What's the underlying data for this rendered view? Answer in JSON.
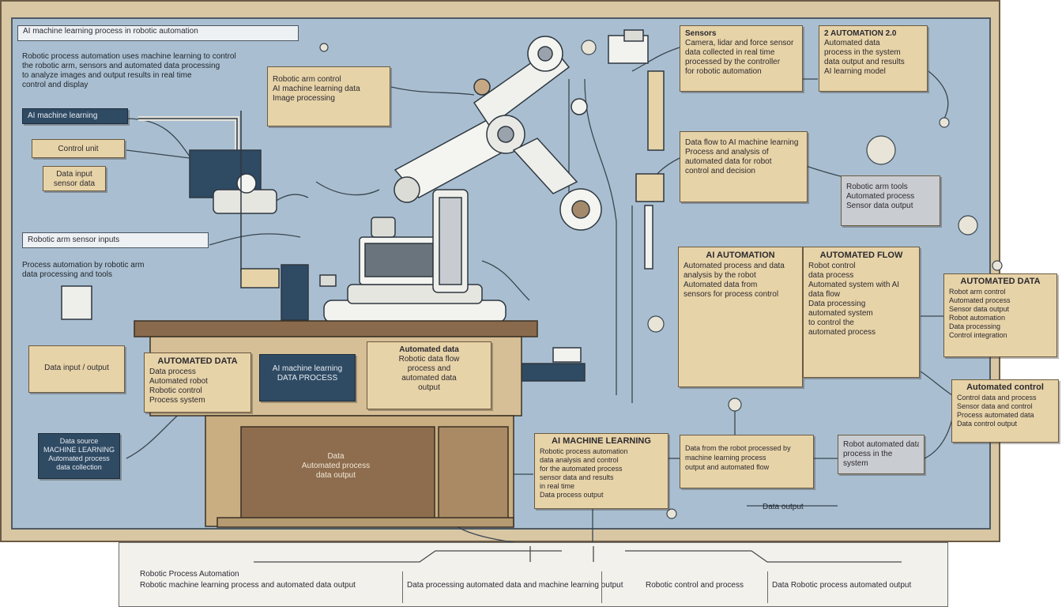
{
  "header_bar": "AI machine learning process in robotic automation",
  "intro_lines": [
    "Robotic process automation uses machine learning to control",
    "the robotic arm, sensors and automated data processing",
    "to analyze images and output results in real time",
    "control and display"
  ],
  "left_dark_tag": "AI machine learning",
  "left_tag_2": "Control unit",
  "left_tag_3_lines": [
    "Data input",
    "sensor data"
  ],
  "left_input_bar": "Robotic arm sensor inputs",
  "left_mid_lines": [
    "Process automation by robotic arm",
    "data processing and tools"
  ],
  "left_box_low": "Data input / output",
  "left_dark_bottom_lines": [
    "Data source",
    "MACHINE LEARNING",
    "Automated process",
    "data collection"
  ],
  "callout_top": [
    "Robotic arm control",
    "AI machine learning data",
    "Image processing"
  ],
  "top_right_a": {
    "title": "Sensors",
    "lines": [
      "Camera, lidar and force sensor",
      "data collected in real time",
      "processed by the controller",
      "for robotic automation"
    ]
  },
  "top_right_b": {
    "title": "2 AUTOMATION 2.0",
    "lines": [
      "Automated data",
      "process in the system",
      "data output and results",
      "AI learning model"
    ]
  },
  "mid_right_a": [
    "Data flow to AI machine learning",
    "Process and analysis of",
    "automated data for robot",
    "control and decision"
  ],
  "mid_right_grey": [
    "Robotic arm tools",
    "Automated process",
    "Sensor data output"
  ],
  "auto_panel_a": {
    "title": "AI AUTOMATION",
    "lines": [
      "Automated process and data",
      "analysis by the robot",
      "",
      "Automated data from",
      "sensors for process control"
    ]
  },
  "auto_panel_b": {
    "title": "AUTOMATED FLOW",
    "lines": [
      "Robot control",
      "data process",
      "",
      "Automated system with AI",
      "data flow",
      "",
      "Data processing",
      "automated system",
      "to control the",
      "automated process"
    ]
  },
  "right_box_1": {
    "title": "AUTOMATED DATA",
    "lines": [
      "Robot arm control",
      "Automated process",
      "Sensor data output",
      "Robot automation",
      "Data processing",
      "Control integration"
    ]
  },
  "right_box_2": {
    "title": "Automated control",
    "lines": [
      "Control data and process",
      "Sensor data and control",
      "Process automated data",
      "Data control output"
    ]
  },
  "desk_box_1": {
    "title": "AUTOMATED DATA",
    "lines": [
      "Data process",
      "Automated robot",
      "Robotic control",
      "Process system"
    ]
  },
  "desk_dark": [
    "AI machine learning",
    "DATA PROCESS"
  ],
  "desk_box_2": {
    "title": "Automated data",
    "lines": [
      "Robotic data flow",
      "process and",
      "automated data",
      "output"
    ]
  },
  "desk_center": [
    "Data",
    "Automated process",
    "data output"
  ],
  "low_box_1": {
    "title": "AI MACHINE LEARNING",
    "lines": [
      "Robotic process automation",
      "data analysis and control",
      "for the automated process",
      "sensor data and results",
      "in real time",
      "Data process output"
    ]
  },
  "low_box_2": [
    "Data from the robot processed by",
    "machine learning process",
    "output and automated flow"
  ],
  "low_box_3": [
    "Robot automated data",
    "process in the",
    "system"
  ],
  "small_label": "Data output",
  "legend_title": "Robotic Process Automation",
  "legend_items": [
    "Robotic machine learning process and automated data output",
    "Data processing automated data and machine learning output",
    "Robotic control and process",
    "Data Robotic process automated output"
  ],
  "colors": {
    "board": "#a9bfd1",
    "frame": "#d9c7a4",
    "box": "#e7d3a8",
    "dark": "#2f4a63"
  }
}
